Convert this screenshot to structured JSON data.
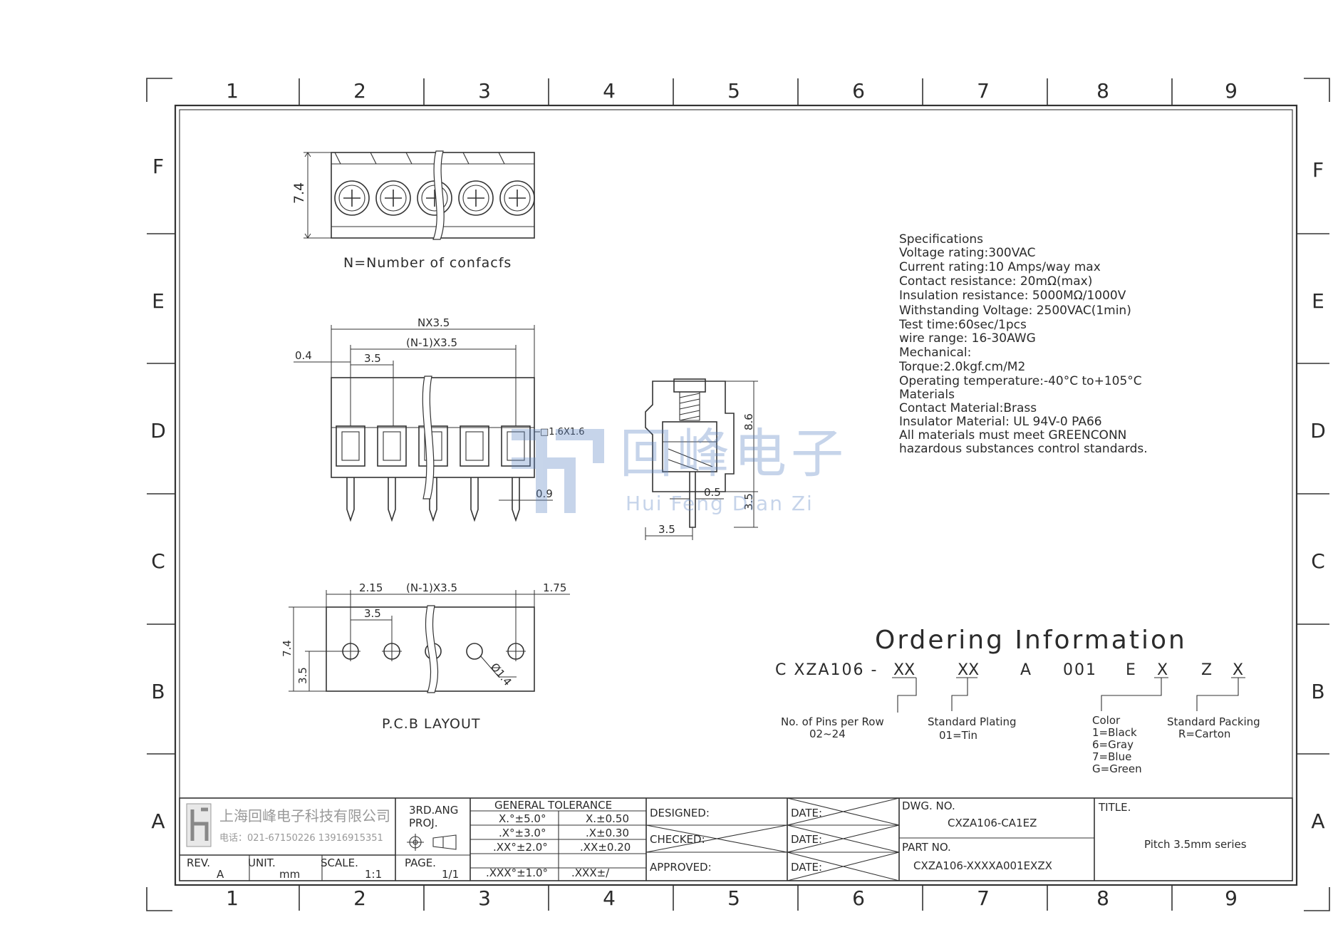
{
  "zones": {
    "columns": [
      "1",
      "2",
      "3",
      "4",
      "5",
      "6",
      "7",
      "8",
      "9"
    ],
    "rows": [
      "F",
      "E",
      "D",
      "C",
      "B",
      "A"
    ]
  },
  "top_view": {
    "caption": "N=Number of confacfs",
    "height_dim": "7.4"
  },
  "front_view": {
    "dims": {
      "total": "NX3.5",
      "inner": "(N-1)X3.5",
      "offset": "0.4",
      "pitch": "3.5",
      "square": "□1.6X1.6",
      "pin_width": "0.9"
    }
  },
  "side_view": {
    "dims": {
      "height": "8.6",
      "pin_width": "0.5",
      "pin_length": "3.5",
      "depth": "3.5"
    }
  },
  "pcb_layout": {
    "caption": "P.C.B LAYOUT",
    "dims": {
      "left": "2.15",
      "inner": "(N-1)X3.5",
      "right": "1.75",
      "pitch": "3.5",
      "height": "7.4",
      "row": "3.5",
      "hole": "Ø1.4"
    }
  },
  "specifications": [
    "Specifications",
    "Voltage rating:300VAC",
    "Current rating:10 Amps/way max",
    "Contact resistance: 20mΩ(max)",
    "Insulation resistance: 5000MΩ/1000V",
    "Withstanding Voltage: 2500VAC(1min)",
    "Test time:60sec/1pcs",
    "wire range: 16-30AWG",
    "Mechanical:",
    "Torque:2.0kgf.cm/M2",
    "Operating temperature:-40°C to+105°C",
    "Materials",
    "Contact Material:Brass",
    "Insulator Material: UL 94V-0 PA66",
    "All materials must meet GREENCONN",
    "hazardous substances control standards."
  ],
  "ordering": {
    "title": "Ordering Information",
    "code": {
      "prefix": "C XZA106 -",
      "xx1": "XX",
      "xx2": "XX",
      "a": "A",
      "n001": "001",
      "e": "E",
      "x1": "X",
      "z": "Z",
      "x2": "X"
    },
    "pins": {
      "label": "No. of Pins per Row",
      "range": "02~24"
    },
    "plating": {
      "label": "Standard Plating",
      "opt": "01=Tin"
    },
    "color": {
      "label": "Color",
      "opts": [
        "1=Black",
        "6=Gray",
        "7=Blue",
        "G=Green"
      ]
    },
    "packing": {
      "label": "Standard Packing",
      "opt": "R=Carton"
    }
  },
  "watermark": {
    "text": "回峰电子",
    "pinyin": "Hui Feng Dian Zi"
  },
  "title_block": {
    "company": "上海回峰电子科技有限公司",
    "phone": "电话：021-67150226  13916915351",
    "rev_label": "REV.",
    "rev": "A",
    "unit_label": "UNIT.",
    "unit": "mm",
    "scale_label": "SCALE.",
    "scale": "1:1",
    "proj1": "3RD.ANG",
    "proj2": "PROJ.",
    "page_label": "PAGE.",
    "page": "1/1",
    "tol_title": "GENERAL TOLERANCE",
    "tol": [
      [
        "X.°±5.0°",
        "X.±0.50"
      ],
      [
        ".X°±3.0°",
        ".X±0.30"
      ],
      [
        ".XX°±2.0°",
        ".XX±0.20"
      ],
      [
        ".XXX°±1.0°",
        ".XXX±/"
      ]
    ],
    "designed": "DESIGNED:",
    "checked": "CHECKED:",
    "approved": "APPROVED:",
    "date": "DATE:",
    "dwg_label": "DWG. NO.",
    "dwg": "CXZA106-CA1EZ",
    "part_label": "PART NO.",
    "part": "CXZA106-XXXXA001EXZX",
    "title_label": "TITLE.",
    "title": "Pitch 3.5mm series"
  }
}
